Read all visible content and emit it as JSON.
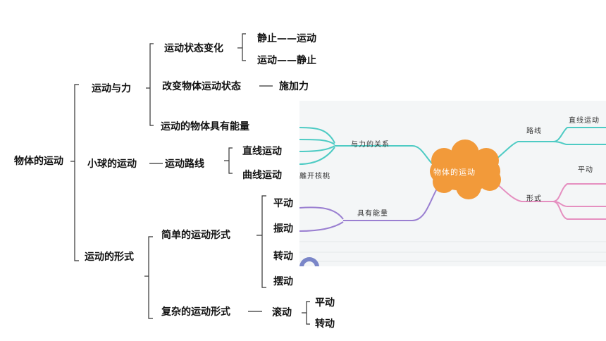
{
  "tree": {
    "root": "物体的运动",
    "branches": {
      "force": "运动与力",
      "ball": "小球的运动",
      "forms": "运动的形式"
    },
    "force_children": {
      "state_change": "运动状态变化",
      "change_state": "改变物体运动状态",
      "apply_force": "施加力",
      "energy": "运动的物体具有能量"
    },
    "state_change_children": [
      "静止——运动",
      "运动——静止"
    ],
    "ball_children": {
      "path": "运动路线",
      "straight": "直线运动",
      "curve": "曲线运动"
    },
    "forms_children": {
      "simple": "简单的运动形式",
      "complex": "复杂的运动形式"
    },
    "simple_children": [
      "平动",
      "振动",
      "转动",
      "摆动"
    ],
    "complex_children": {
      "roll": "滚动",
      "sub": [
        "平动",
        "转动"
      ]
    }
  },
  "mindmap": {
    "center": "物体的运动",
    "left_top": "与力的关系",
    "left_bottom": "具有能量",
    "left_edge": "離开核桃",
    "right_top": "路线",
    "right_top_leaf": "直线运动",
    "right_bottom": "形式",
    "right_bottom_leaf": "平动",
    "colors": {
      "cloud": "#f29a3a",
      "teal": "#4ecbc4",
      "purple": "#9a7fd1",
      "pink": "#e58fc0",
      "background": "#f4f6f7"
    }
  }
}
